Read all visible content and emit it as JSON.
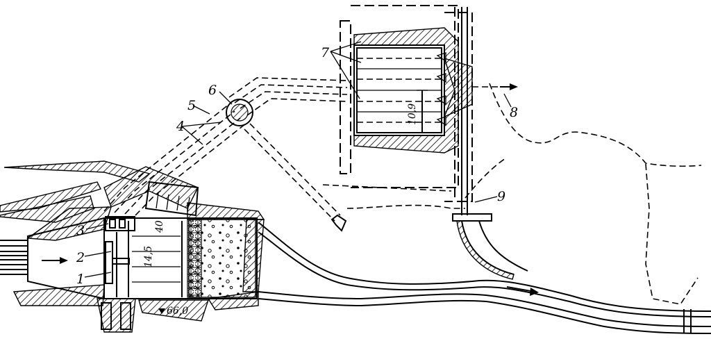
{
  "labels": {
    "l1": "1",
    "l2": "2",
    "l3": "3",
    "l4": "4",
    "l5": "5",
    "l6": "6",
    "l7": "7",
    "l8": "8",
    "l9": "9"
  },
  "dimensions": {
    "dam_width": "40",
    "spillway_length": "14,5",
    "block_height": "10,9",
    "elevation_mark": "66,0"
  },
  "colors": {
    "ink": "#000000",
    "paper": "#ffffff"
  }
}
